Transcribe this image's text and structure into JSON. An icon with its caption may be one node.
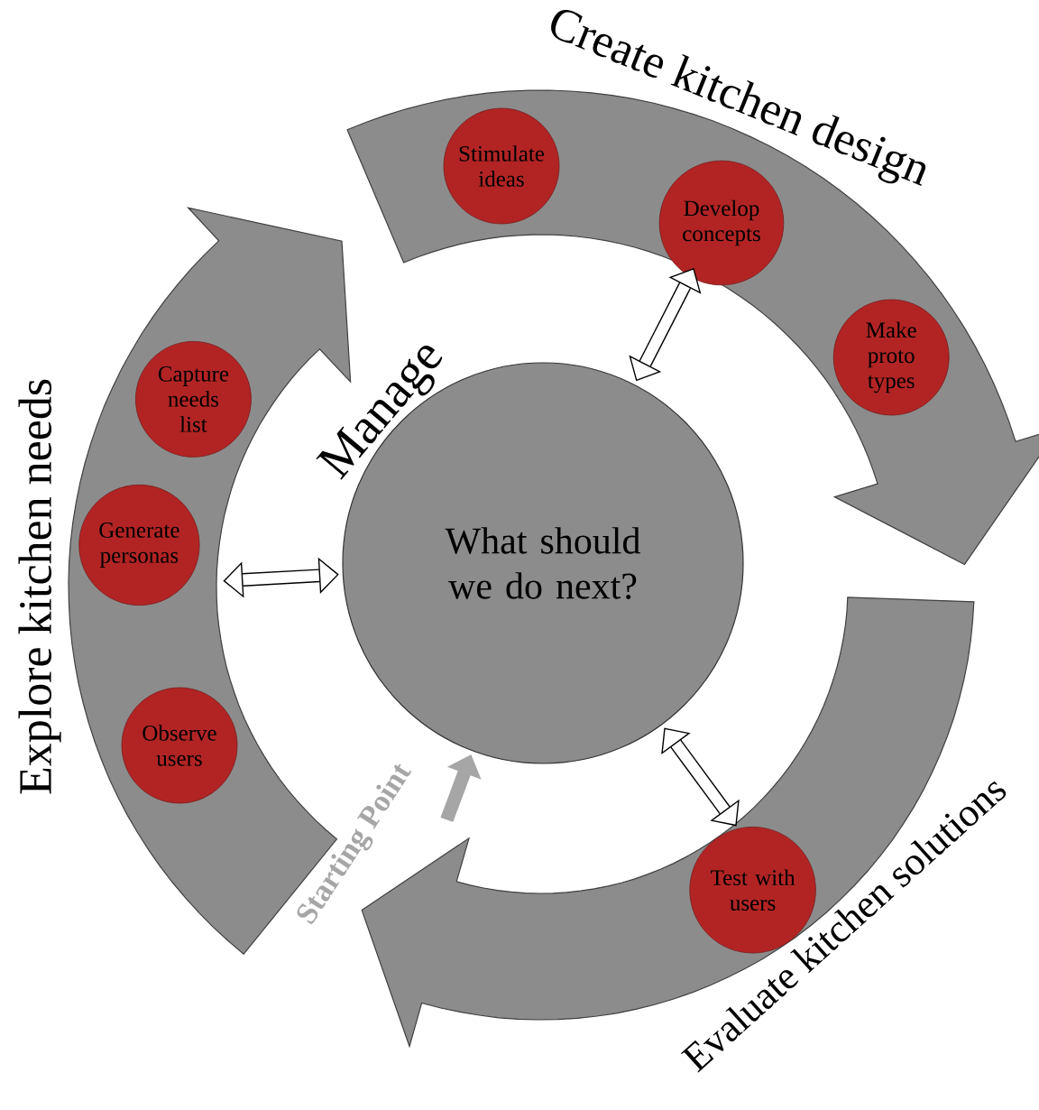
{
  "diagram": {
    "nodes": [
      {
        "text": [
          "Create kitchen design"
        ]
      },
      {
        "text": [
          "Stimulate ideas"
        ],
        "in": 0
      },
      {
        "text": [
          "Develop concepts"
        ],
        "in": 0
      },
      {
        "text": [
          "Make proto types"
        ],
        "in": 0
      },
      {
        "text": [
          "Explore kitchen needs"
        ]
      },
      {
        "text": [
          "Capture needs list"
        ],
        "in": 4
      },
      {
        "text": [
          "Generate personas"
        ],
        "in": 4
      },
      {
        "text": [
          "Observe users"
        ],
        "in": 4
      },
      {
        "text": [
          "Manage",
          "What should we do next?"
        ]
      },
      {
        "text": [
          "Evaluate kitchen solutions"
        ]
      },
      {
        "text": [
          "Test with users"
        ],
        "in": 9
      }
    ],
    "edges": [
      {
        "from": 8,
        "to": 0,
        "arrow": "both"
      },
      {
        "from": 8,
        "to": 4,
        "arrow": "both"
      },
      {
        "from": 8,
        "to": 9,
        "arrow": "both"
      },
      {
        "from": null,
        "to": 8,
        "arrow": "to",
        "label": "Starting Point",
        "color": "#a6a6a6"
      }
    ]
  }
}
